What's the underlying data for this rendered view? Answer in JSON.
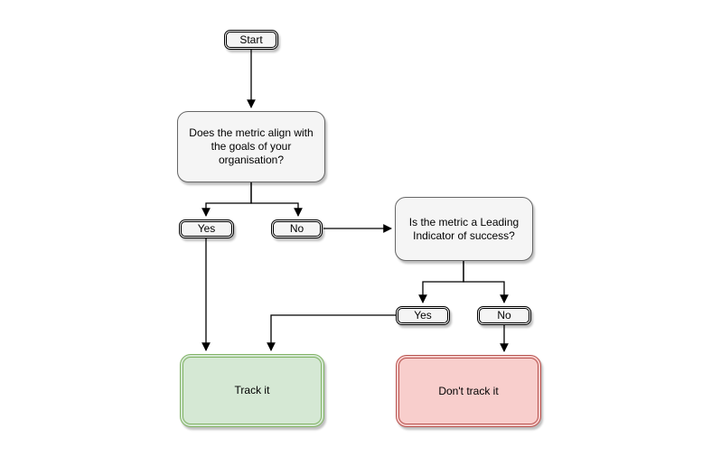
{
  "diagram": {
    "type": "flowchart",
    "background": "#ffffff",
    "nodes": {
      "start": {
        "label": "Start",
        "shape": "terminator"
      },
      "decision1": {
        "label": "Does the metric align with the goals of your organisation?",
        "shape": "decision"
      },
      "yes1": {
        "label": "Yes",
        "shape": "terminator"
      },
      "no1": {
        "label": "No",
        "shape": "terminator"
      },
      "decision2": {
        "label": "Is the metric a Leading Indicator of success?",
        "shape": "decision"
      },
      "yes2": {
        "label": "Yes",
        "shape": "terminator"
      },
      "no2": {
        "label": "No",
        "shape": "terminator"
      },
      "track": {
        "label": "Track it",
        "shape": "result",
        "status": "positive"
      },
      "dont_track": {
        "label": "Don't track it",
        "shape": "result",
        "status": "negative"
      }
    },
    "edges": [
      {
        "from": "start",
        "to": "decision1"
      },
      {
        "from": "decision1",
        "to": "yes1"
      },
      {
        "from": "decision1",
        "to": "no1"
      },
      {
        "from": "no1",
        "to": "decision2"
      },
      {
        "from": "decision2",
        "to": "yes2"
      },
      {
        "from": "decision2",
        "to": "no2"
      },
      {
        "from": "yes1",
        "to": "track"
      },
      {
        "from": "yes2",
        "to": "track"
      },
      {
        "from": "no2",
        "to": "dont_track"
      }
    ],
    "colors": {
      "canvas_bg": "#ffffff",
      "node_fill": "#f5f5f5",
      "node_border": "#666666",
      "terminator_fill": "#f5f5f5",
      "terminator_border": "#000000",
      "track_fill": "#d5e8d4",
      "track_border": "#82b366",
      "dont_track_fill": "#f8cecc",
      "dont_track_border": "#b85450",
      "connector": "#000000",
      "text_color": "#000000"
    }
  }
}
